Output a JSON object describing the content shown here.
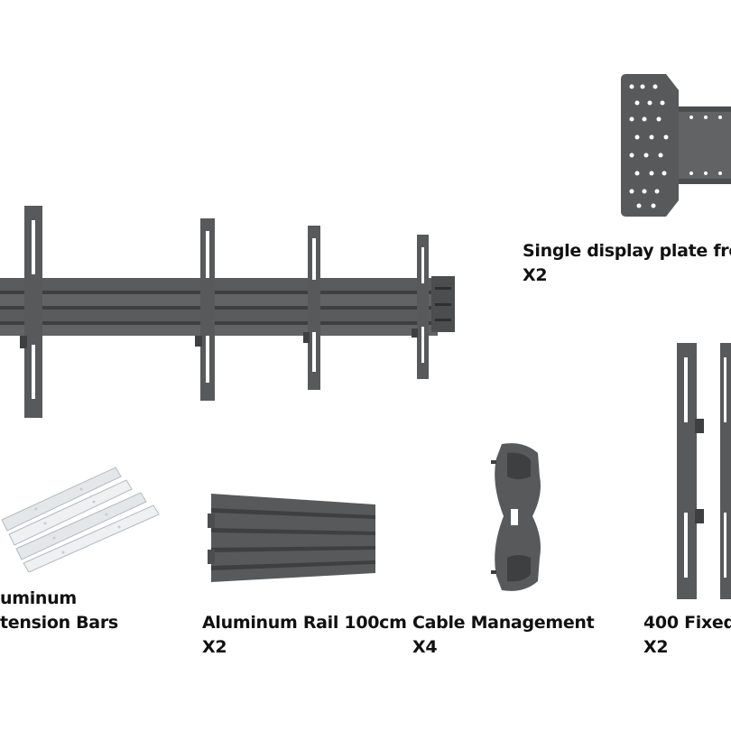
{
  "items": [
    {
      "title": "Single display plate fron",
      "qty": "X2"
    },
    {
      "title": "uminum",
      "title2": "tension Bars"
    },
    {
      "title": "Aluminum Rail 100cm",
      "qty": "X2"
    },
    {
      "title": "Cable Management",
      "qty": "X4"
    },
    {
      "title": "400 Fixed",
      "qty": "X2"
    }
  ],
  "colors": {
    "metal": "#58595b",
    "metal_dark": "#3e3f41",
    "metal_light": "#6d6e70",
    "aluminum": "#e4e7ea",
    "caption": "#111111"
  }
}
